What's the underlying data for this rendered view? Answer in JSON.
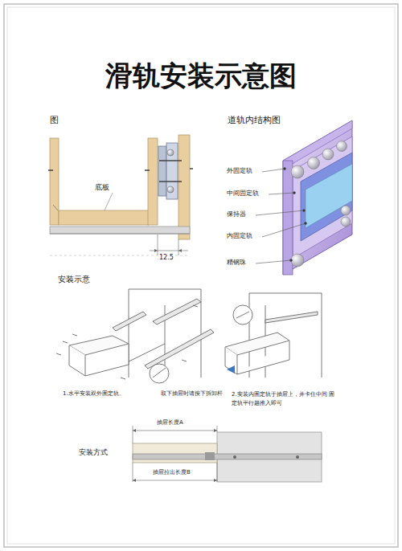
{
  "diagram": {
    "title": "滑轨安装示意图",
    "labels": [
      "图",
      "道轨内结构图",
      "底板",
      "12.5",
      "外固定轨",
      "中间固定轨",
      "保持器",
      "内固定轨",
      "精钢珠",
      "安装示意",
      "1.水平安装双外固定轨。",
      "取下抽屉时请按下拆卸杆",
      "2.安装内固定轨于抽屉上，并卡住中间 固定轨平行趟推入即可",
      "安装方式",
      "抽屉长度A",
      "抽屉拉出长度B"
    ]
  }
}
